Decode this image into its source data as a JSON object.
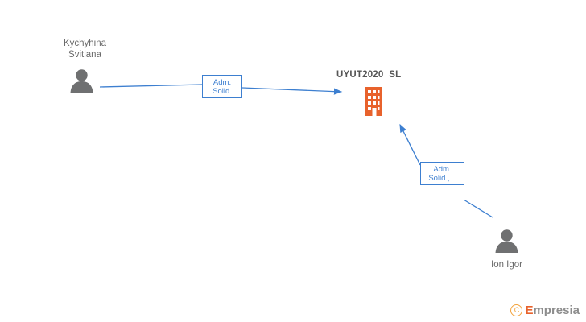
{
  "diagram": {
    "type": "entity-relationship-graph",
    "company": {
      "name": "UYUT2020  SL",
      "icon": "building-icon"
    },
    "persons": [
      {
        "name": "Kychyhina\nSvitlana",
        "icon": "person-icon"
      },
      {
        "name": "Ion Igor",
        "icon": "person-icon"
      }
    ],
    "edges": [
      {
        "from": "Kychyhina Svitlana",
        "to": "UYUT2020  SL",
        "label": "Adm.\nSolid."
      },
      {
        "from": "Ion Igor",
        "to": "UYUT2020  SL",
        "label": "Adm.\nSolid.,..."
      }
    ],
    "colors": {
      "link": "#3d7fd0",
      "company": "#e8622c",
      "person": "#6f7071",
      "label_text": "#6b6b6b"
    }
  },
  "watermark": {
    "copyright": "C",
    "brand_prefix": "",
    "brand_o": "",
    "brand": "mpresia"
  }
}
